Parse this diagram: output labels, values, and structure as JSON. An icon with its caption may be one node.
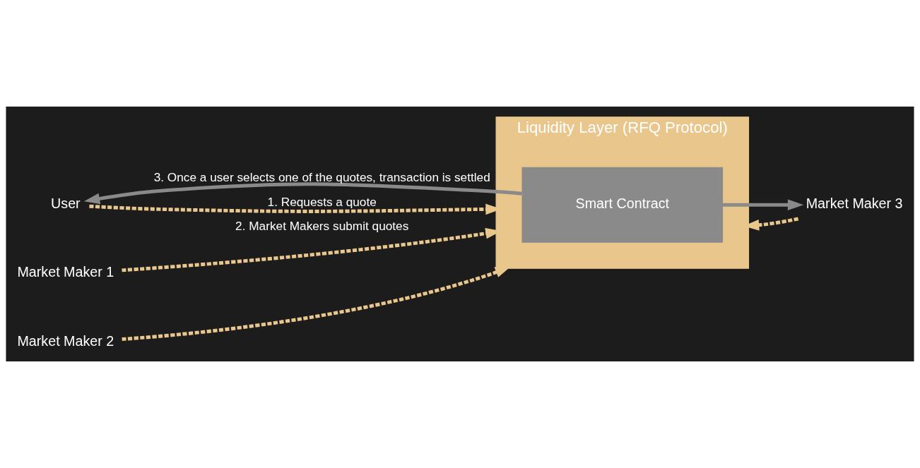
{
  "diagram": {
    "nodes": [
      {
        "text": [
          "Liquidity Layer (RFQ Protocol)"
        ]
      },
      {
        "text": [
          "Smart Contract"
        ],
        "in": 0
      },
      {
        "text": [
          "User"
        ]
      },
      {
        "text": [
          "Market Maker 1"
        ]
      },
      {
        "text": [
          "Market Maker 2"
        ]
      },
      {
        "text": [
          "Market Maker 3"
        ]
      }
    ],
    "edges": [
      {
        "from": 2,
        "to": 0,
        "arrow": "to",
        "label": "1. Requests a quote",
        "style": "dashed"
      },
      {
        "from": 3,
        "to": 0,
        "arrow": "to",
        "label": "2. Market Makers submit quotes",
        "style": "dashed"
      },
      {
        "from": 4,
        "to": 0,
        "arrow": "to",
        "style": "dashed"
      },
      {
        "from": 5,
        "to": 0,
        "arrow": "to",
        "style": "dashed"
      },
      {
        "from": 1,
        "to": 2,
        "arrow": "to",
        "label": "3. Once a user selects one of the quotes, transaction is settled",
        "color": "#8a8a8a"
      },
      {
        "from": 1,
        "to": 5,
        "arrow": "to",
        "color": "#8a8a8a"
      }
    ]
  }
}
